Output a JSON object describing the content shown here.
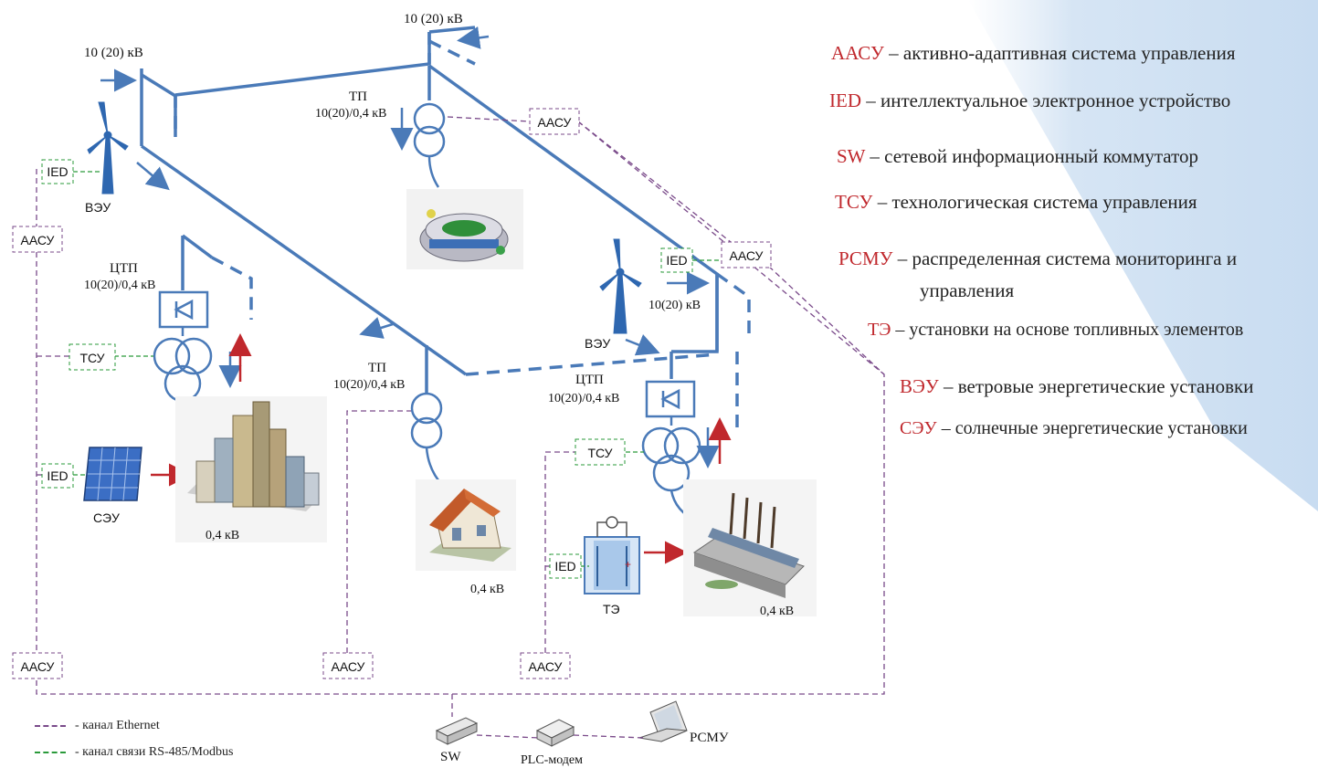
{
  "labels": {
    "v10_top": "10 (20) кВ",
    "v10_left": "10 (20) кВ",
    "tp_top": "ТП",
    "tp_top_v": "10(20)/0,4 кВ",
    "veu": "ВЭУ",
    "veu2": "ВЭУ",
    "ctp_left": "ЦТП",
    "ctp_left_v": "10(20)/0,4 кВ",
    "tp_mid": "ТП",
    "tp_mid_v": "10(20)/0,4 кВ",
    "ctp_right": "ЦТП",
    "ctp_right_v": "10(20)/0,4 кВ",
    "v10_right": "10(20) кВ",
    "seu": "СЭУ",
    "te": "ТЭ",
    "v04_city": "0,4 кВ",
    "v04_house": "0,4 кВ",
    "v04_factory": "0,4 кВ",
    "sw": "SW",
    "plc": "PLC-модем",
    "rsmu": "РСМУ"
  },
  "boxes": {
    "aasu_top": "ААСУ",
    "aasu_left": "ААСУ",
    "aasu_right": "ААСУ",
    "aasu_b1": "ААСУ",
    "aasu_b2": "ААСУ",
    "aasu_b3": "ААСУ",
    "ied_veu": "IED",
    "ied_veu2": "IED",
    "ied_seu": "IED",
    "ied_te": "IED",
    "tsu_left": "ТСУ",
    "tsu_right": "ТСУ"
  },
  "legend": [
    {
      "abbr": "ААСУ",
      "def": " – активно-адаптивная система управления"
    },
    {
      "abbr": "IED",
      "def": " – интеллектуальное электронное устройство"
    },
    {
      "abbr": "SW",
      "def": " – сетевой информационный коммутатор"
    },
    {
      "abbr": "ТСУ",
      "def": " – технологическая система управления"
    },
    {
      "abbr": "РСМУ",
      "def": " – распределенная система мониторинга и"
    },
    {
      "abbr": "",
      "def": "управления"
    },
    {
      "abbr": "ТЭ",
      "def": " – установки на основе топливных элементов"
    },
    {
      "abbr": "ВЭУ",
      "def": " – ветровые энергетические установки"
    },
    {
      "abbr": "СЭУ",
      "def": " – солнечные энергетические установки"
    }
  ],
  "channel_legend": [
    {
      "text": "- канал Ethernet"
    },
    {
      "text": "- канал связи RS-485/Modbus"
    }
  ],
  "colors": {
    "line": "#4a7ab8",
    "ethernet": "#7a4a8a",
    "rs485": "#2a9a3a",
    "legend_abbr": "#c0282d",
    "red_arrow": "#c0282d",
    "bg_band": "#cfe0f3"
  }
}
